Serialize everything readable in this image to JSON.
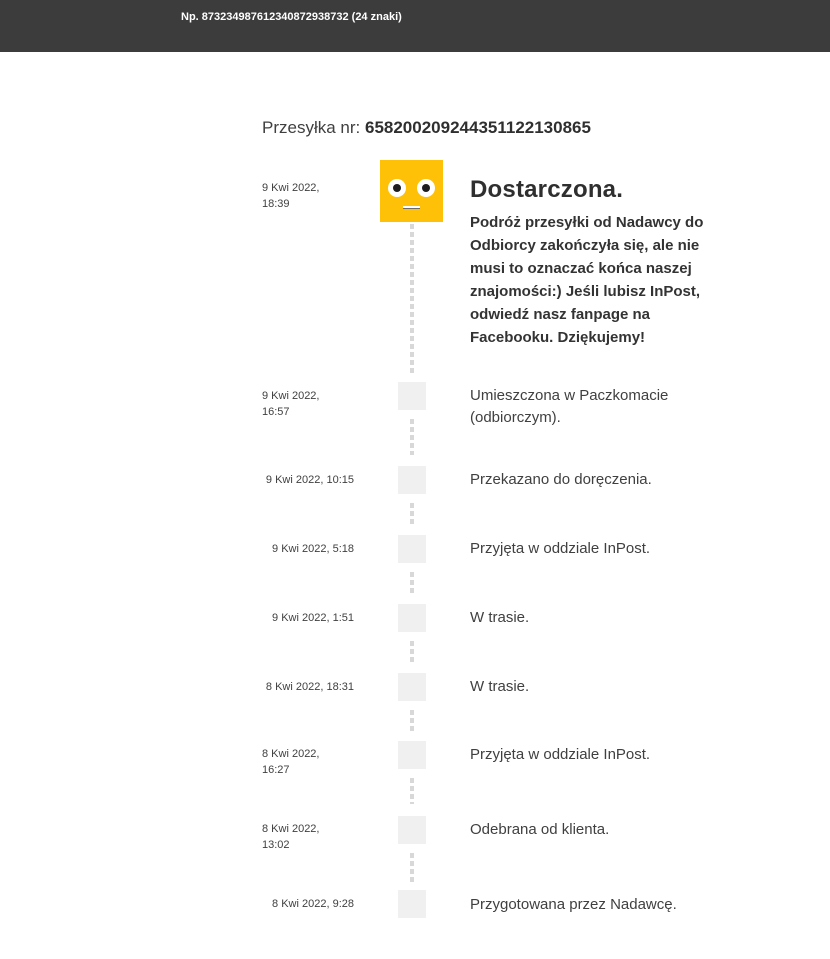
{
  "topbar": {
    "example_hint": "Np. 873234987612340872938732 (24 znaki)"
  },
  "parcel": {
    "label": "Przesyłka nr: ",
    "number": "658200209244351122130865"
  },
  "events": [
    {
      "date": "9 Kwi 2022, 18:39",
      "date_line1": "9 Kwi 2022,",
      "date_line2": "18:39",
      "title": "Dostarczona.",
      "status": "Podróż przesyłki od Nadawcy do Odbiorcy zakończyła się, ale nie musi to oznaczać końca naszej znajomości:) Jeśli lubisz InPost, odwiedź nasz fanpage na Facebooku. Dziękujemy!",
      "icon": "inpost-face-icon"
    },
    {
      "date_line1": "9 Kwi 2022,",
      "date_line2": "16:57",
      "status": "Umieszczona w Paczkomacie (odbiorczym)."
    },
    {
      "date": "9 Kwi 2022, 10:15",
      "status": "Przekazano do doręczenia."
    },
    {
      "date": "9 Kwi 2022, 5:18",
      "status": "Przyjęta w oddziale InPost."
    },
    {
      "date": "9 Kwi 2022, 1:51",
      "status": "W trasie."
    },
    {
      "date": "8 Kwi 2022, 18:31",
      "status": "W trasie."
    },
    {
      "date_line1": "8 Kwi 2022,",
      "date_line2": "16:27",
      "status": "Przyjęta w oddziale InPost."
    },
    {
      "date_line1": "8 Kwi 2022,",
      "date_line2": "13:02",
      "status": "Odebrana od klienta."
    },
    {
      "date": "8 Kwi 2022, 9:28",
      "status": "Przygotowana przez Nadawcę."
    }
  ],
  "colors": {
    "topbar": "#3c3c3c",
    "accent_yellow": "#ffc107",
    "marker": "#f0f0f0",
    "connector": "#d8d8d8"
  }
}
